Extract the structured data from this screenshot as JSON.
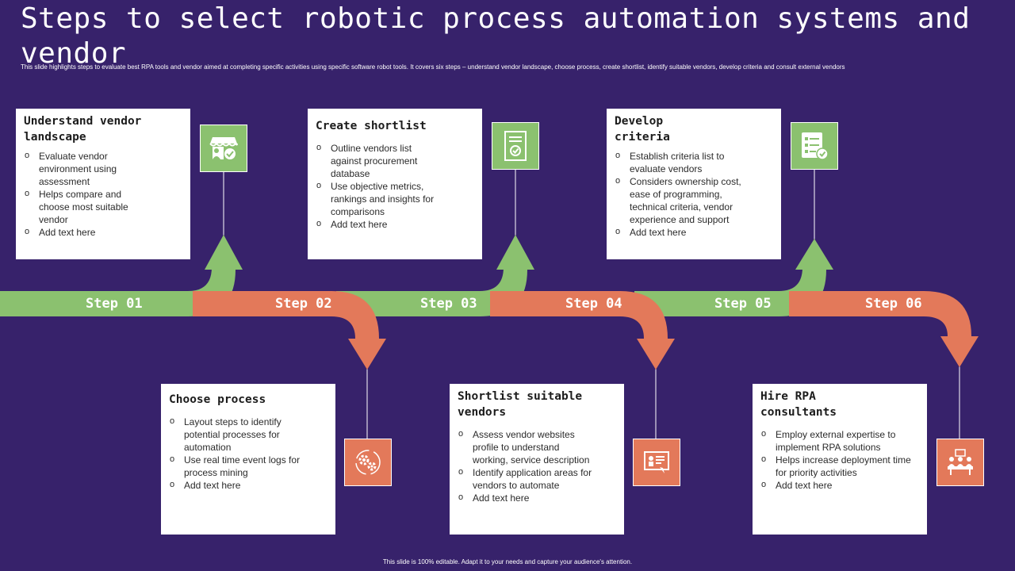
{
  "header": {
    "title": "Steps to select robotic process automation systems and vendor",
    "subtitle": "This slide highlights steps to evaluate best RPA tools and vendor aimed at completing specific activities using specific software robot tools. It covers six steps – understand  vendor landscape, choose process, create shortlist, identify suitable vendors, develop criteria and consult external vendors"
  },
  "colors": {
    "background": "#37226b",
    "green": "#8bc16f",
    "orange": "#e3795a",
    "card": "#ffffff"
  },
  "steps": [
    {
      "label": "Step 01",
      "title": "Understand vendor landscape",
      "bullets": [
        "Evaluate vendor environment  using assessment",
        "Helps compare and choose most suitable vendor",
        "Add text here"
      ],
      "icon": "vendor-store-icon",
      "color": "green"
    },
    {
      "label": "Step 02",
      "title": "Choose process",
      "bullets": [
        "Layout steps to identify potential processes for automation",
        "Use real time event logs for process mining",
        "Add text here"
      ],
      "icon": "gears-process-icon",
      "color": "orange"
    },
    {
      "label": "Step 03",
      "title": "Create shortlist",
      "bullets": [
        "Outline vendors list against procurement database",
        "Use objective metrics, rankings and insights for comparisons",
        "Add text here"
      ],
      "icon": "checklist-document-icon",
      "color": "green"
    },
    {
      "label": "Step 04",
      "title": "Shortlist suitable vendors",
      "bullets": [
        "Assess vendor websites profile to understand working, service description",
        "Identify application areas for vendors  to automate",
        "Add text here"
      ],
      "icon": "presentation-board-icon",
      "color": "orange"
    },
    {
      "label": "Step 05",
      "title": "Develop criteria",
      "bullets": [
        "Establish criteria list to evaluate  vendors",
        "Considers ownership cost, ease of programming, technical criteria, vendor  experience and support",
        "Add text here"
      ],
      "icon": "criteria-checklist-icon",
      "color": "green"
    },
    {
      "label": "Step 06",
      "title": "Hire RPA consultants",
      "bullets": [
        "Employ external expertise to implement RPA solutions",
        "Helps increase deployment time for priority activities",
        "Add text here"
      ],
      "icon": "meeting-consultants-icon",
      "color": "orange"
    }
  ],
  "footer": "This slide is 100% editable. Adapt it to your needs and capture your audience's attention."
}
